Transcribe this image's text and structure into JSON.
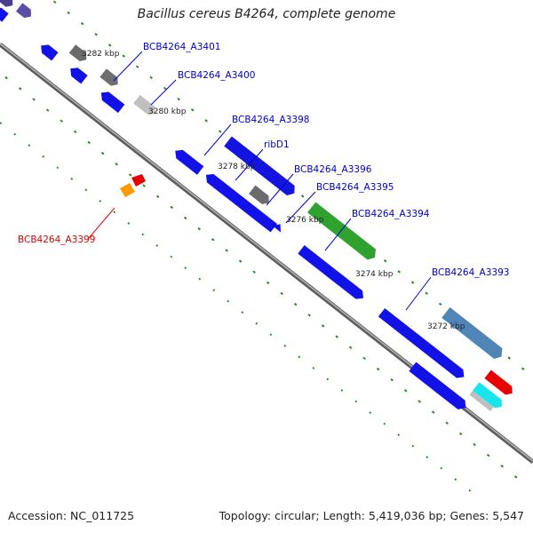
{
  "title": "Bacillus cereus B4264, complete genome",
  "footer": {
    "accession": "Accession: NC_011725",
    "summary": "Topology: circular; Length: 5,419,036 bp; Genes: 5,547"
  },
  "colors": {
    "backbone": "#8a8a8a",
    "cds": "#1a1ae6",
    "purple": "#4a3f9a",
    "gray": "#6b6b6b",
    "lightgray": "#bdbdbd",
    "green": "#2ea32e",
    "steelblue": "#4f87b8",
    "red": "#e60000",
    "orange": "#ff9900",
    "cyan": "#00e5ee",
    "tick": "#2a8a2a",
    "label_blue": "#0000cc",
    "label_red": "#e00000"
  },
  "scale_labels": [
    "3282 kbp",
    "3280 kbp",
    "3278 kbp",
    "3276 kbp",
    "3274 kbp",
    "3272 kbp"
  ],
  "gene_labels": [
    {
      "name": "BCB4264_A3401",
      "color": "blue"
    },
    {
      "name": "BCB4264_A3400",
      "color": "blue"
    },
    {
      "name": "BCB4264_A3398",
      "color": "blue"
    },
    {
      "name": "ribD1",
      "color": "blue"
    },
    {
      "name": "BCB4264_A3396",
      "color": "blue"
    },
    {
      "name": "BCB4264_A3395",
      "color": "blue"
    },
    {
      "name": "BCB4264_A3394",
      "color": "blue"
    },
    {
      "name": "BCB4264_A3393",
      "color": "blue"
    },
    {
      "name": "BCB4264_A3399",
      "color": "red"
    }
  ]
}
